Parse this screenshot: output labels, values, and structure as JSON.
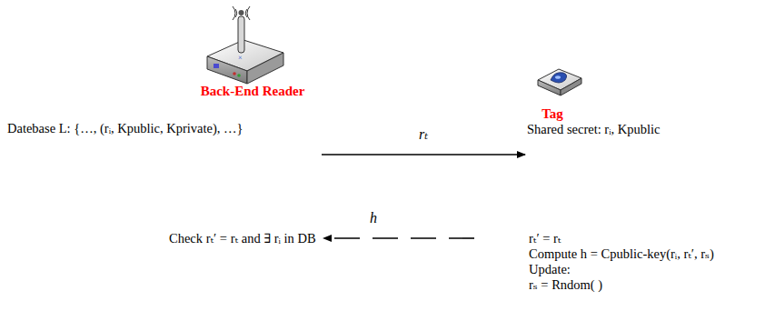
{
  "diagram": {
    "nodes": [
      {
        "text": [
          "Back-End Reader",
          "Datebase L: {…, (rᵢ, Kpublic, Kprivate), …}",
          "Check rₜ′ = rₜ and ∃ rᵢ in DB"
        ]
      },
      {
        "text": [
          "Tag",
          "Shared secret: rᵢ, Kpublic",
          "rₜ′ = rₜ",
          "Compute h = Cpublic-key(rᵢ, rₜ′, rₛ)",
          "Update:",
          "rₛ = Rndom( )"
        ]
      }
    ],
    "edges": [
      {
        "from": 0,
        "to": 1,
        "arrow": "to",
        "label": "rₜ"
      },
      {
        "from": 1,
        "to": 0,
        "arrow": "to",
        "label": "h"
      }
    ]
  }
}
